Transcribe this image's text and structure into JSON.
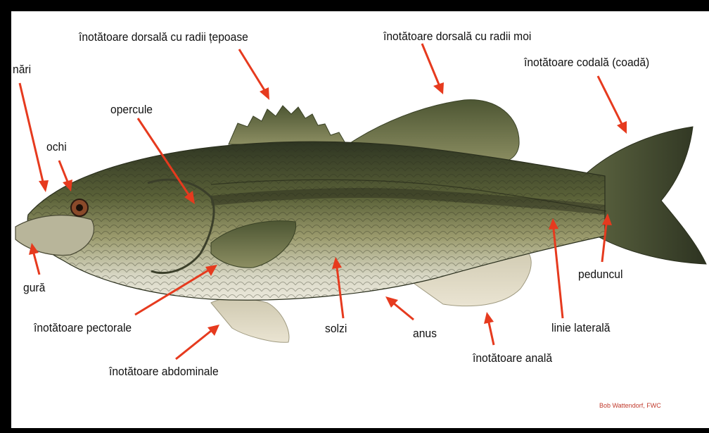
{
  "labels": {
    "dorsal_spiny": "înotătoare dorsală cu radii țepoase",
    "dorsal_soft": "înotătoare dorsală cu radii moi",
    "caudal": "înotătoare codală (coadă)",
    "nostrils": "nări",
    "operculum": "opercule",
    "eye": "ochi",
    "mouth": "gură",
    "pectoral": "înotătoare pectorale",
    "pelvic": "înotătoare abdominale",
    "scales": "solzi",
    "anus": "anus",
    "anal": "înotătoare anală",
    "lateral_line": "linie laterală",
    "peduncle": "peduncul"
  },
  "credit": "Bob Wattendorf, FWC",
  "colors": {
    "arrow": "#e63a1e",
    "frame": "#000000",
    "background": "#ffffff",
    "credit": "#c0392b"
  }
}
